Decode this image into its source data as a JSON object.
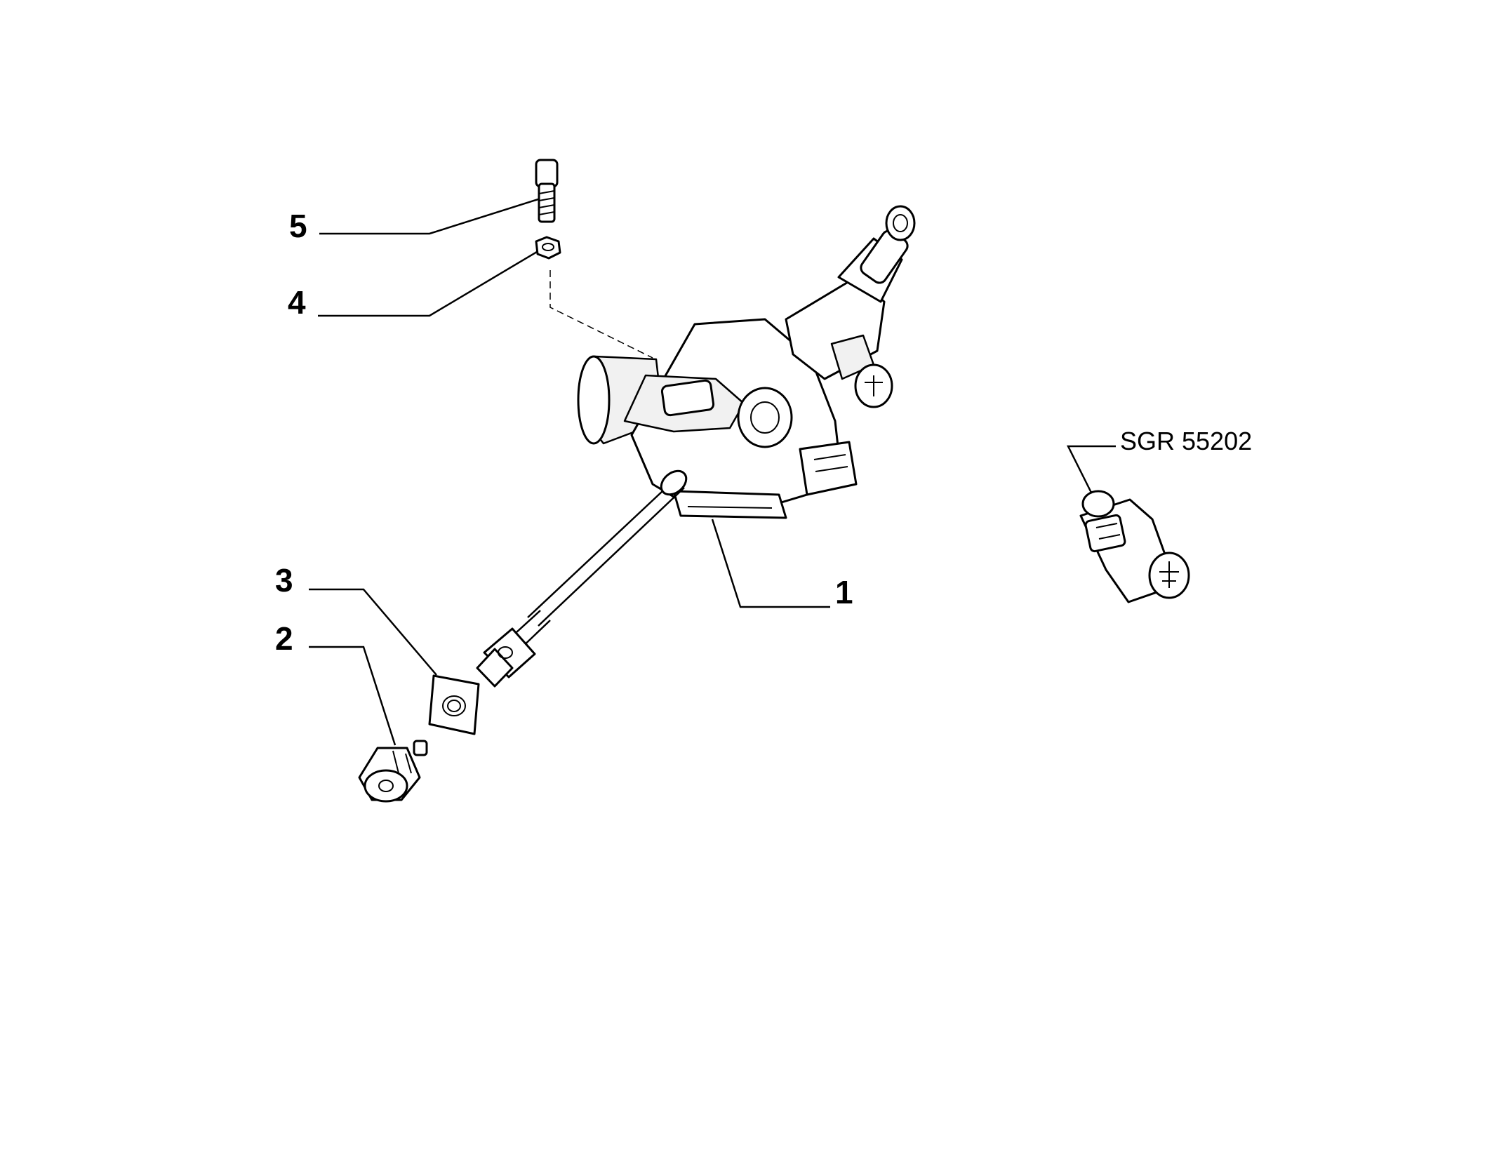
{
  "callouts": [
    {
      "id": "1",
      "text": "1"
    },
    {
      "id": "2",
      "text": "2"
    },
    {
      "id": "3",
      "text": "3"
    },
    {
      "id": "4",
      "text": "4"
    },
    {
      "id": "5",
      "text": "5"
    }
  ],
  "reference": {
    "text": "SGR 55202"
  },
  "parts": [
    {
      "callout": "1",
      "icon": "steering-column-assembly-icon"
    },
    {
      "callout": "2",
      "icon": "dust-boot-grommet-icon"
    },
    {
      "callout": "3",
      "icon": "gasket-plate-icon"
    },
    {
      "callout": "4",
      "icon": "hex-nut-icon"
    },
    {
      "callout": "5",
      "icon": "bolt-icon"
    },
    {
      "callout": "SGR 55202",
      "icon": "ignition-connector-icon"
    }
  ],
  "colors": {
    "ink": "#000000",
    "background": "#ffffff",
    "shade": "#f1f1f1"
  }
}
